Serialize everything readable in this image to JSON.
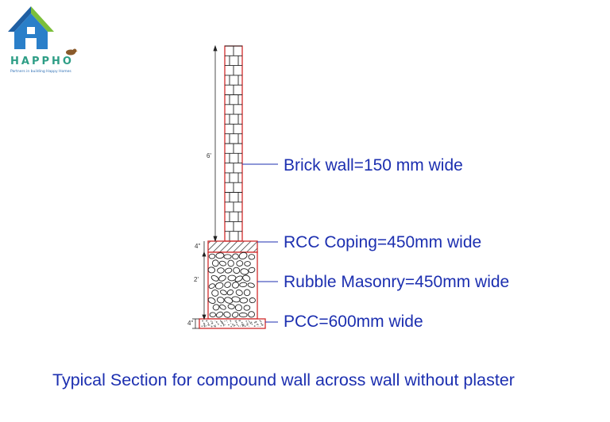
{
  "logo": {
    "wordmark": "HAPPHO",
    "tagline": "Partners in building Happy Homes",
    "colors": {
      "roof_top": "#2a7fc9",
      "roof_right": "#7bbf3a",
      "roof_left": "#1f5fa3",
      "text": "#2e9e86",
      "bird": "#8a5a2b"
    }
  },
  "diagram": {
    "callouts": {
      "brick_wall": "Brick wall=150 mm wide",
      "rcc_coping": "RCC Coping=450mm wide",
      "rubble_masonry": "Rubble Masonry=450mm wide",
      "pcc": "PCC=600mm wide"
    },
    "dimensions": {
      "brick_height": "6'",
      "coping_height": "4\"",
      "masonry_height": "2'",
      "pcc_height": "4\""
    },
    "colors": {
      "outline": "#d12b2b",
      "leader": "#1c2fb0",
      "text": "#1c2fb0",
      "linework": "#222222"
    }
  },
  "caption": "Typical Section for compound wall across wall without plaster"
}
